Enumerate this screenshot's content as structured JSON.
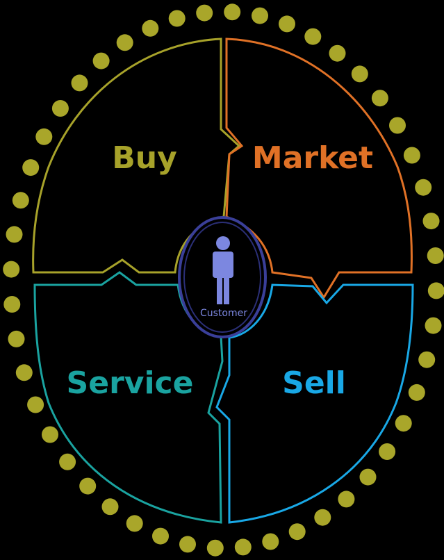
{
  "diagram": {
    "quadrants": [
      {
        "key": "buy",
        "label": "Buy",
        "color": "#a7a22a"
      },
      {
        "key": "market",
        "label": "Market",
        "color": "#e07126"
      },
      {
        "key": "service",
        "label": "Service",
        "color": "#1aa3a0"
      },
      {
        "key": "sell",
        "label": "Sell",
        "color": "#19a8e6"
      }
    ],
    "center": {
      "label": "Customer",
      "icon": "person-icon",
      "color": "#7c87e0",
      "ring_color": "#3a3f99"
    },
    "outer_ring": {
      "dot_color": "#a9a62a",
      "dot_count": 48
    },
    "background": "#000000"
  }
}
